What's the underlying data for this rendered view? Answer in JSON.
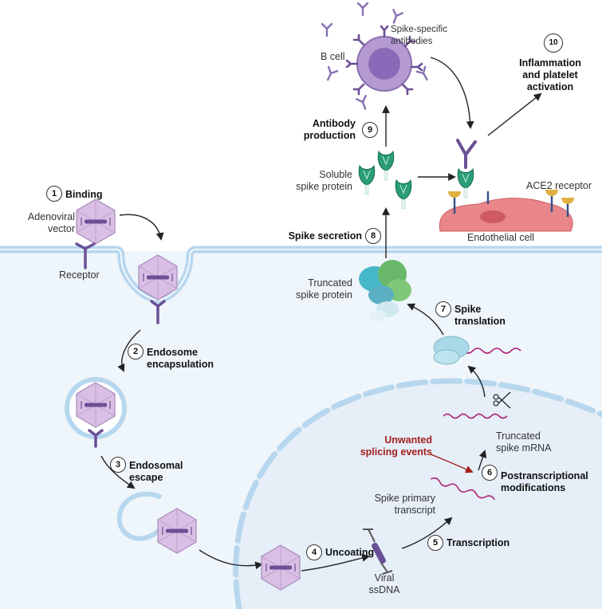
{
  "labels": {
    "spike_specific_antibodies": "Spike-specific\nantibodies",
    "b_cell": "B cell",
    "inflammation": "Inflammation\nand platelet\nactivation",
    "antibody_production": "Antibody\nproduction",
    "soluble_spike": "Soluble\nspike protein",
    "ace2_receptor": "ACE2 receptor",
    "endothelial_cell": "Endothelial cell",
    "binding": "Binding",
    "adenoviral_vector": "Adenoviral\nvector",
    "receptor": "Receptor",
    "spike_secretion": "Spike secretion",
    "truncated_spike_protein": "Truncated\nspike protein",
    "spike_translation": "Spike\ntranslation",
    "endosome_encapsulation": "Endosome\nencapsulation",
    "truncated_spike_mrna": "Truncated\nspike mRNA",
    "unwanted_splicing": "Unwanted\nsplicing events",
    "endosomal_escape": "Endosomal\nescape",
    "postranscriptional": "Postranscriptional\nmodifications",
    "spike_primary_transcript": "Spike primary\ntranscript",
    "transcription": "Transcription",
    "uncoating": "Uncoating",
    "viral_ssdna": "Viral\nssDNA"
  },
  "steps": {
    "s1": "1",
    "s2": "2",
    "s3": "3",
    "s4": "4",
    "s5": "5",
    "s6": "6",
    "s7": "7",
    "s8": "8",
    "s9": "9",
    "s10": "10"
  },
  "colors": {
    "membrane": "#b7d7ee",
    "cytoplasm": "#eef5fb",
    "nucleus": "#e6eef8",
    "virus": "#c9a6d6",
    "purple": "#6a4f96",
    "spike_green": "#1e8e6a",
    "endothelial": "#e8868a",
    "mrna": "#b0287a",
    "red_text": "#a3201c"
  }
}
